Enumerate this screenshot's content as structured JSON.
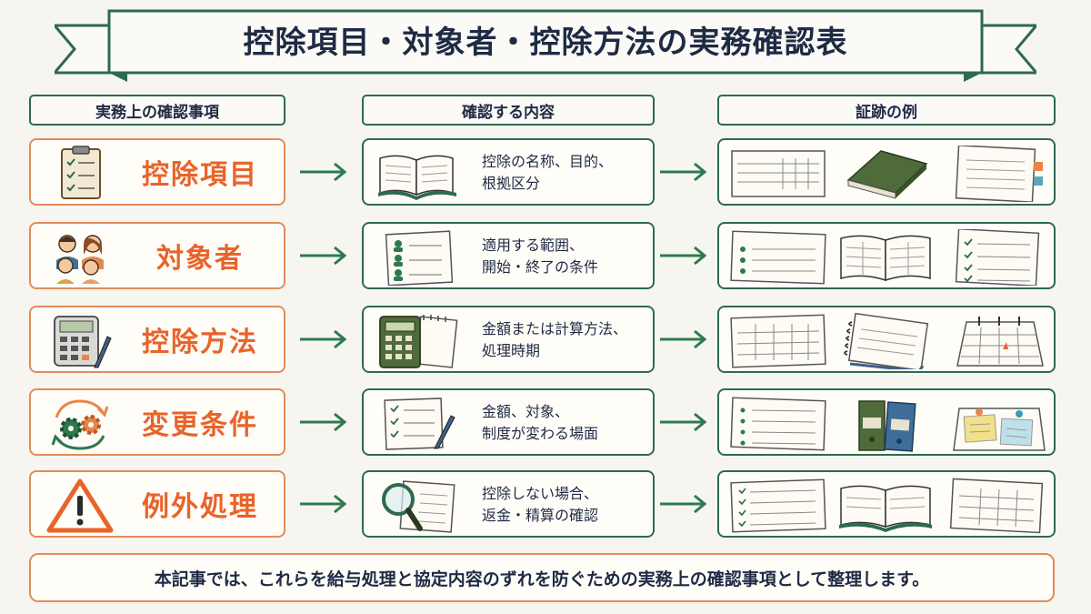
{
  "title": "控除項目・対象者・控除方法の実務確認表",
  "columns": {
    "left": "実務上の確認事項",
    "middle": "確認する内容",
    "right": "証跡の例"
  },
  "rows": [
    {
      "label": "控除項目",
      "content_line1": "控除の名称、目的、",
      "content_line2": "根拠区分"
    },
    {
      "label": "対象者",
      "content_line1": "適用する範囲、",
      "content_line2": "開始・終了の条件"
    },
    {
      "label": "控除方法",
      "content_line1": "金額または計算方法、",
      "content_line2": "処理時期"
    },
    {
      "label": "変更条件",
      "content_line1": "金額、対象、",
      "content_line2": "制度が変わる場面"
    },
    {
      "label": "例外処理",
      "content_line1": "控除しない場合、",
      "content_line2": "返金・精算の確認"
    }
  ],
  "footer": "本記事では、これらを給与処理と協定内容のずれを防ぐための実務上の確認事項として整理します。",
  "colors": {
    "accent_orange": "#e8642a",
    "border_orange": "#e38b5a",
    "border_green": "#2d6a4f",
    "arrow_green": "#2d7a4f",
    "text_navy": "#1f2a44"
  }
}
